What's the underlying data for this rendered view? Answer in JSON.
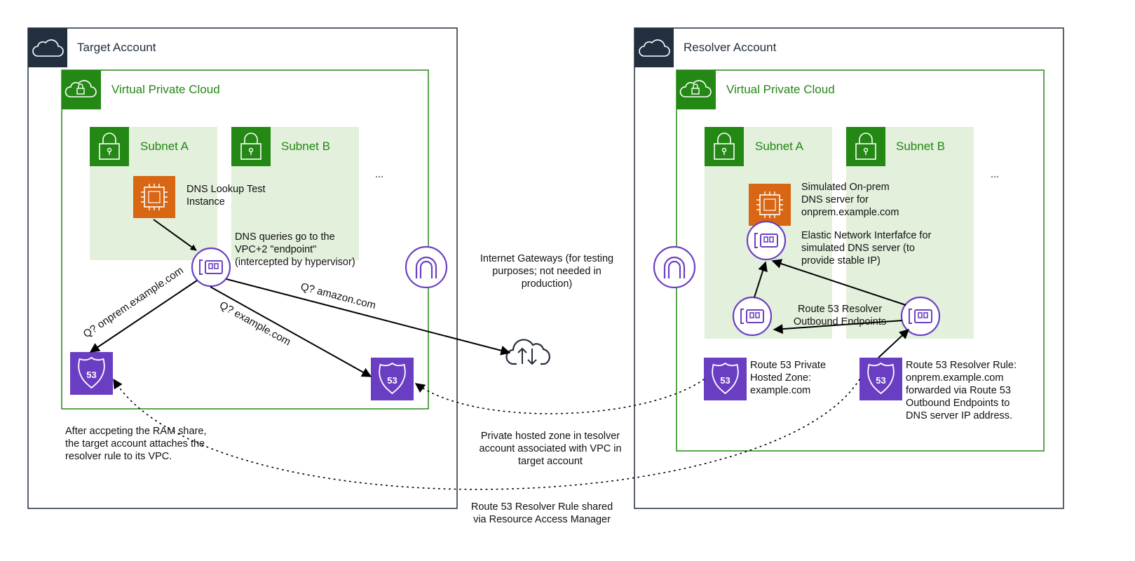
{
  "target_account": {
    "title": "Target Account",
    "vpc_title": "Virtual Private Cloud",
    "subnet_a": "Subnet A",
    "subnet_b": "Subnet B",
    "ellipsis": "...",
    "instance_label": "DNS Lookup Test\nInstance",
    "eni_label": "DNS queries go to the\nVPC+2 \"endpoint\"\n(intercepted by hypervisor)",
    "edge_onprem": "Q? onprem.example.com",
    "edge_example": "Q? example.com",
    "edge_amazon": "Q? amazon.com",
    "note": "After accpeting the RAM share,\nthe target account attaches the\nresolver rule to its VPC."
  },
  "middle": {
    "igw_label": "Internet Gateways (for testing\npurposes; not needed in\nproduction)",
    "phz_label": "Private hosted zone in tesolver\naccount associated with VPC in\ntarget account",
    "rule_label": "Route 53 Resolver Rule shared\nvia Resource Access Manager"
  },
  "resolver_account": {
    "title": "Resolver Account",
    "vpc_title": "Virtual Private Cloud",
    "subnet_a": "Subnet A",
    "subnet_b": "Subnet B",
    "ellipsis": "...",
    "dns_server_label": "Simulated On-prem\nDNS server for\nonprem.example.com",
    "eni_label": "Elastic Network Interfafce for\nsimulated DNS server (to\nprovide stable IP)",
    "endpoints_label": "Route 53 Resolver\nOutbound Endpoints",
    "phz_label": "Route 53 Private\nHosted Zone:\nexample.com",
    "rule_label": "Route 53 Resolver Rule:\nonprem.example.com\nforwarded via Route 53\nOutbound Endpoints to\nDNS server IP address."
  },
  "colors": {
    "account_border": "#232f3e",
    "vpc_green": "#248814",
    "subnet_fill": "#e2f0dc",
    "ec2_orange": "#d86613",
    "route53_purple": "#6a3ec2",
    "eni_purple": "#6b40c4"
  }
}
